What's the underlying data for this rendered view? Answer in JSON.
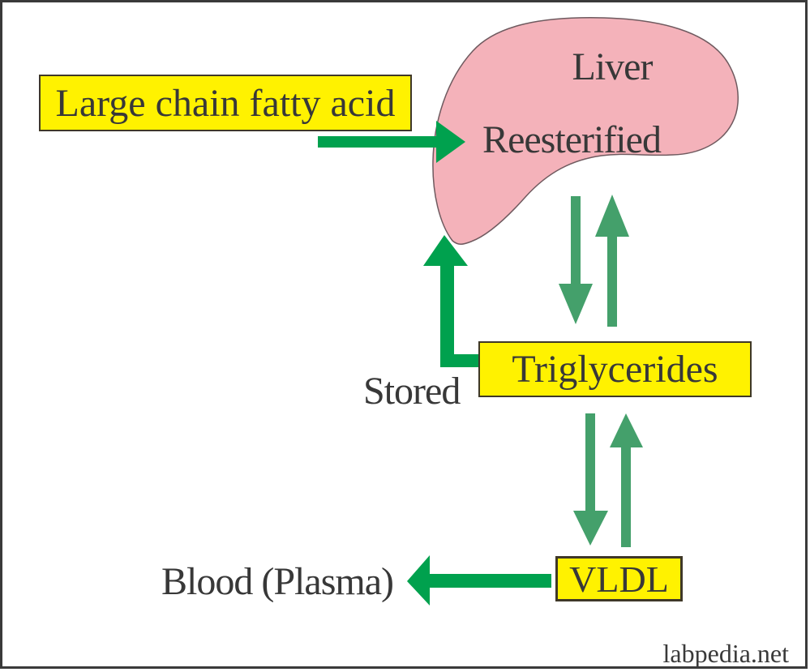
{
  "diagram": {
    "nodes": {
      "fatty_acid": "Large chain fatty acid",
      "liver": "Liver",
      "reesterified": "Reesterified",
      "triglycerides": "Triglycerides",
      "stored": "Stored",
      "vldl": "VLDL",
      "blood": "Blood (Plasma)"
    },
    "watermark": "labpedia.net",
    "colors": {
      "box_fill": "#fff200",
      "box_border": "#3f3828",
      "liver_fill": "#f4b2ba",
      "liver_outline": "#6f5a5f",
      "arrow_green_bright": "#00a14e",
      "arrow_green_muted": "#44a06b",
      "text": "#383838",
      "frame": "#3a3a3a"
    }
  }
}
